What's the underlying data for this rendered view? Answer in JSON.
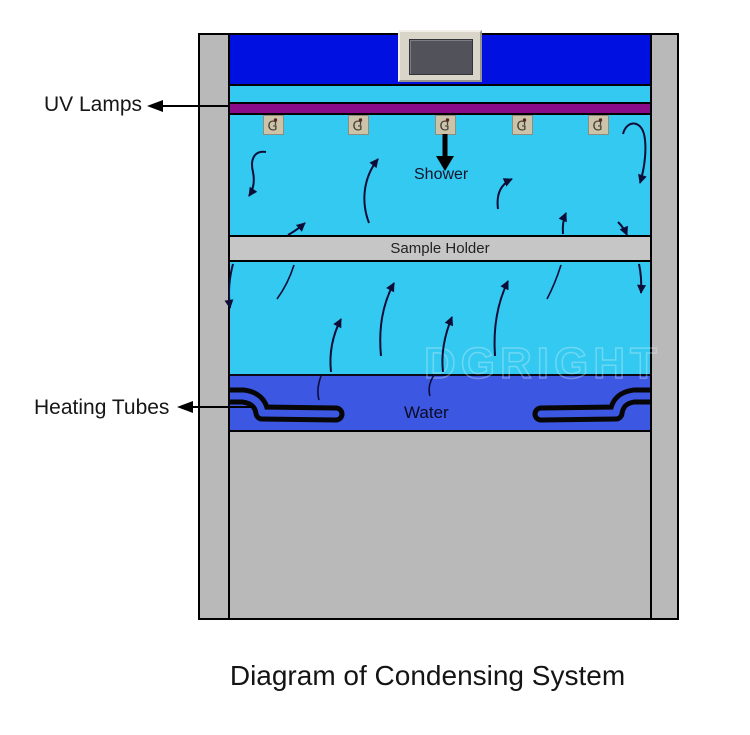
{
  "caption": "Diagram of Condensing System",
  "watermark": "DGRIGHT",
  "machine": {
    "labels": {
      "uv_lamps": "UV Lamps",
      "heating_tubes": "Heating Tubes",
      "shower": "Shower",
      "sample_holder": "Sample Holder",
      "water": "Water"
    },
    "nozzles": {
      "count": 5,
      "glyph": "G",
      "lefts": [
        263,
        348,
        435,
        512,
        588
      ]
    }
  },
  "colors": {
    "top_band_blue": "#0010e0",
    "vapor_cyan": "#33c9f0",
    "uv_stripe_purple": "#8a0b8a",
    "water_blue": "#3c57e2",
    "frame_gray": "#b9b9b9",
    "holder_gray": "#c6c6c6",
    "panel_bezel": "#d9d5c9",
    "panel_screen": "#52525a",
    "nozzle_beige": "#ccc3a9",
    "arrow_navy": "#0d0d38",
    "text_black": "#141414"
  }
}
